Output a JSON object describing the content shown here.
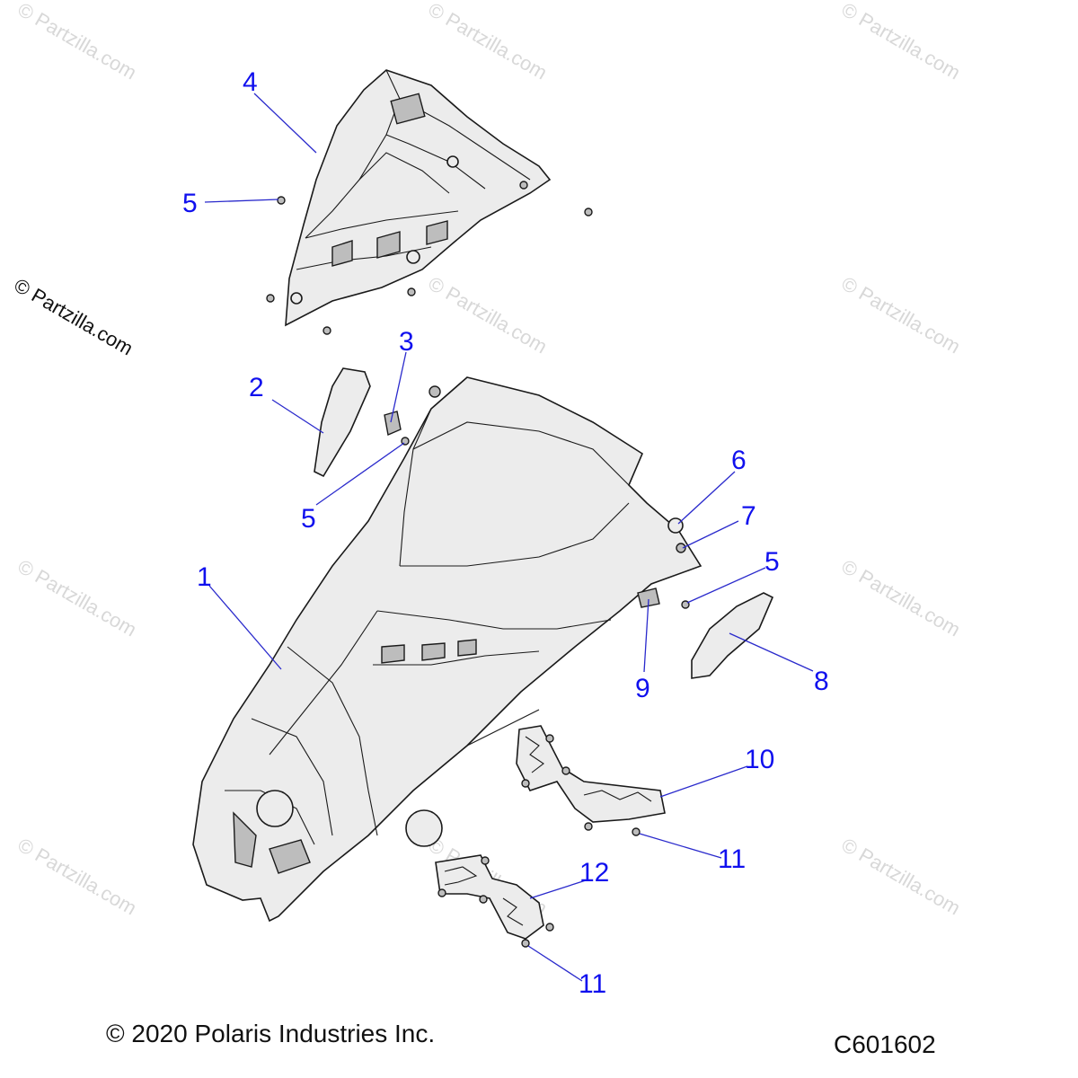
{
  "watermark": "© Partzilla.com",
  "copyright": "© 2020 Polaris Industries Inc.",
  "drawing_code": "C601602",
  "callouts": [
    "4",
    "5",
    "3",
    "2",
    "5",
    "6",
    "7",
    "5",
    "1",
    "9",
    "8",
    "10",
    "11",
    "12",
    "11"
  ]
}
